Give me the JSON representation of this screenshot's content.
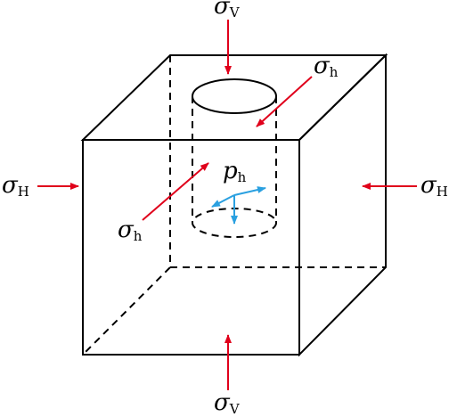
{
  "labels": {
    "sigma_v_top": {
      "symbol": "σ",
      "subscript": "V"
    },
    "sigma_v_bottom": {
      "symbol": "σ",
      "subscript": "V"
    },
    "sigma_h_left": {
      "symbol": "σ",
      "subscript": "H"
    },
    "sigma_h_right": {
      "symbol": "σ",
      "subscript": "H"
    },
    "sigma_h_minor_top": {
      "symbol": "σ",
      "subscript": "h"
    },
    "sigma_h_minor_left": {
      "symbol": "σ",
      "subscript": "h"
    },
    "p_h": {
      "symbol": "p",
      "subscript": "h"
    }
  },
  "colors": {
    "line": "#000000",
    "arrow_red": "#e0001b",
    "arrow_blue": "#2aa0e0",
    "background": "#ffffff"
  }
}
